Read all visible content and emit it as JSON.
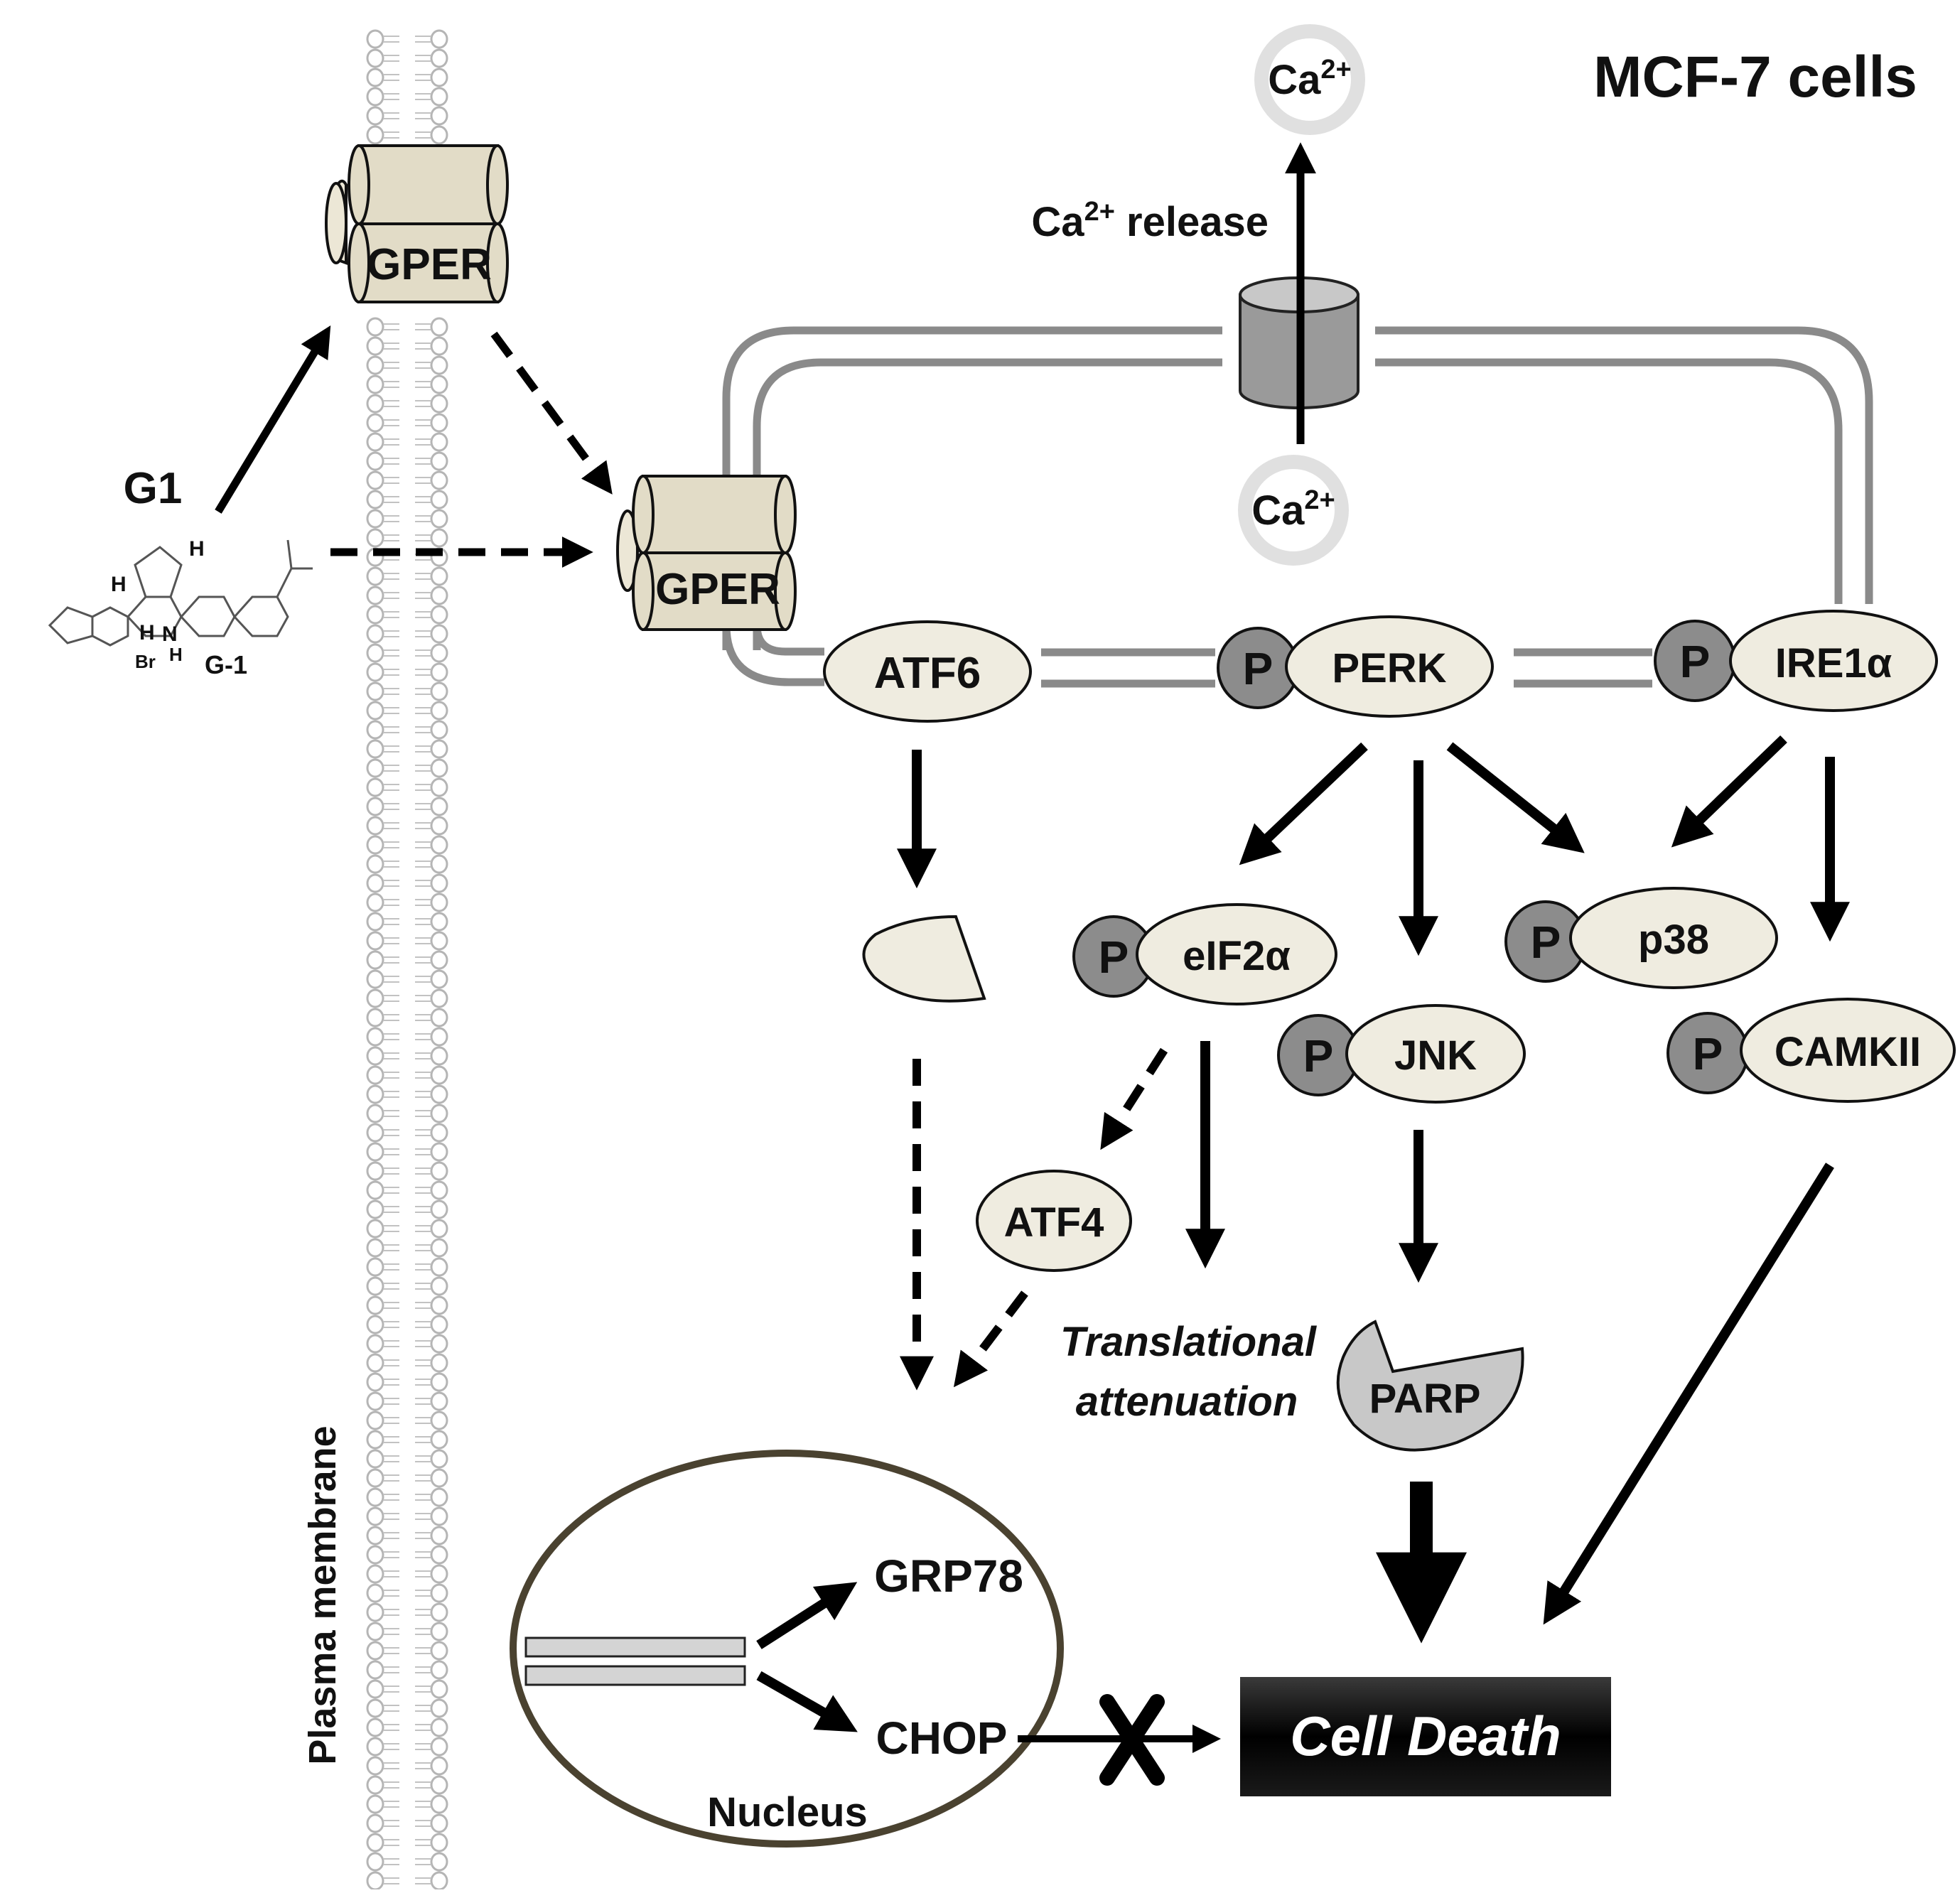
{
  "title": "MCF-7 cells",
  "membrane_label": "Plasma membrane",
  "ligand": {
    "label": "G1",
    "structure_label": "G-1",
    "atom_br": "Br",
    "atom_h": "H",
    "atom_n": "N"
  },
  "receptors": {
    "surface": "GPER",
    "er": "GPER"
  },
  "calcium": {
    "outer": {
      "base": "Ca",
      "sup": "2+"
    },
    "inner": {
      "base": "Ca",
      "sup": "2+"
    },
    "release": {
      "base": "Ca",
      "sup": "2+",
      "suffix": " release"
    }
  },
  "sensors": {
    "atf6": "ATF6",
    "perk": "PERK",
    "ire1": "IRE1α"
  },
  "phospho": "P",
  "downstream": {
    "eif2a": "eIF2α",
    "p38": "p38",
    "jnk": "JNK",
    "camkii": "CAMKII",
    "atf4": "ATF4",
    "parp": "PARP"
  },
  "translational": {
    "line1": "Translational",
    "line2": "attenuation"
  },
  "nucleus": {
    "label": "Nucleus",
    "grp78": "GRP78",
    "chop": "CHOP"
  },
  "cell_death": "Cell Death",
  "colors": {
    "protein_fill": "#efece0",
    "gper_fill": "#e2dcc7",
    "phospho_fill": "#8c8c8c",
    "er_line": "#8a8a8a",
    "nucleus_stroke": "#4a4230",
    "channel_fill": "#9a9a9a"
  }
}
